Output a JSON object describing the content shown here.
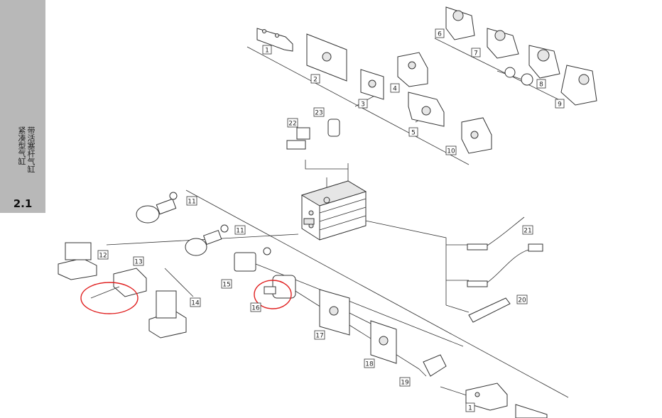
{
  "sidebar": {
    "title_line1": "带活塞杆气缸",
    "title_line2": "紧凑型气缸",
    "section": "2.1"
  },
  "callouts": [
    "1",
    "2",
    "3",
    "4",
    "5",
    "6",
    "7",
    "8",
    "9",
    "10",
    "11",
    "11",
    "12",
    "13",
    "14",
    "15",
    "16",
    "17",
    "18",
    "19",
    "20",
    "21",
    "22",
    "23",
    "1"
  ],
  "colors": {
    "sidebar": "#b8b8b8",
    "highlight": "#e02020",
    "line": "#333333"
  }
}
